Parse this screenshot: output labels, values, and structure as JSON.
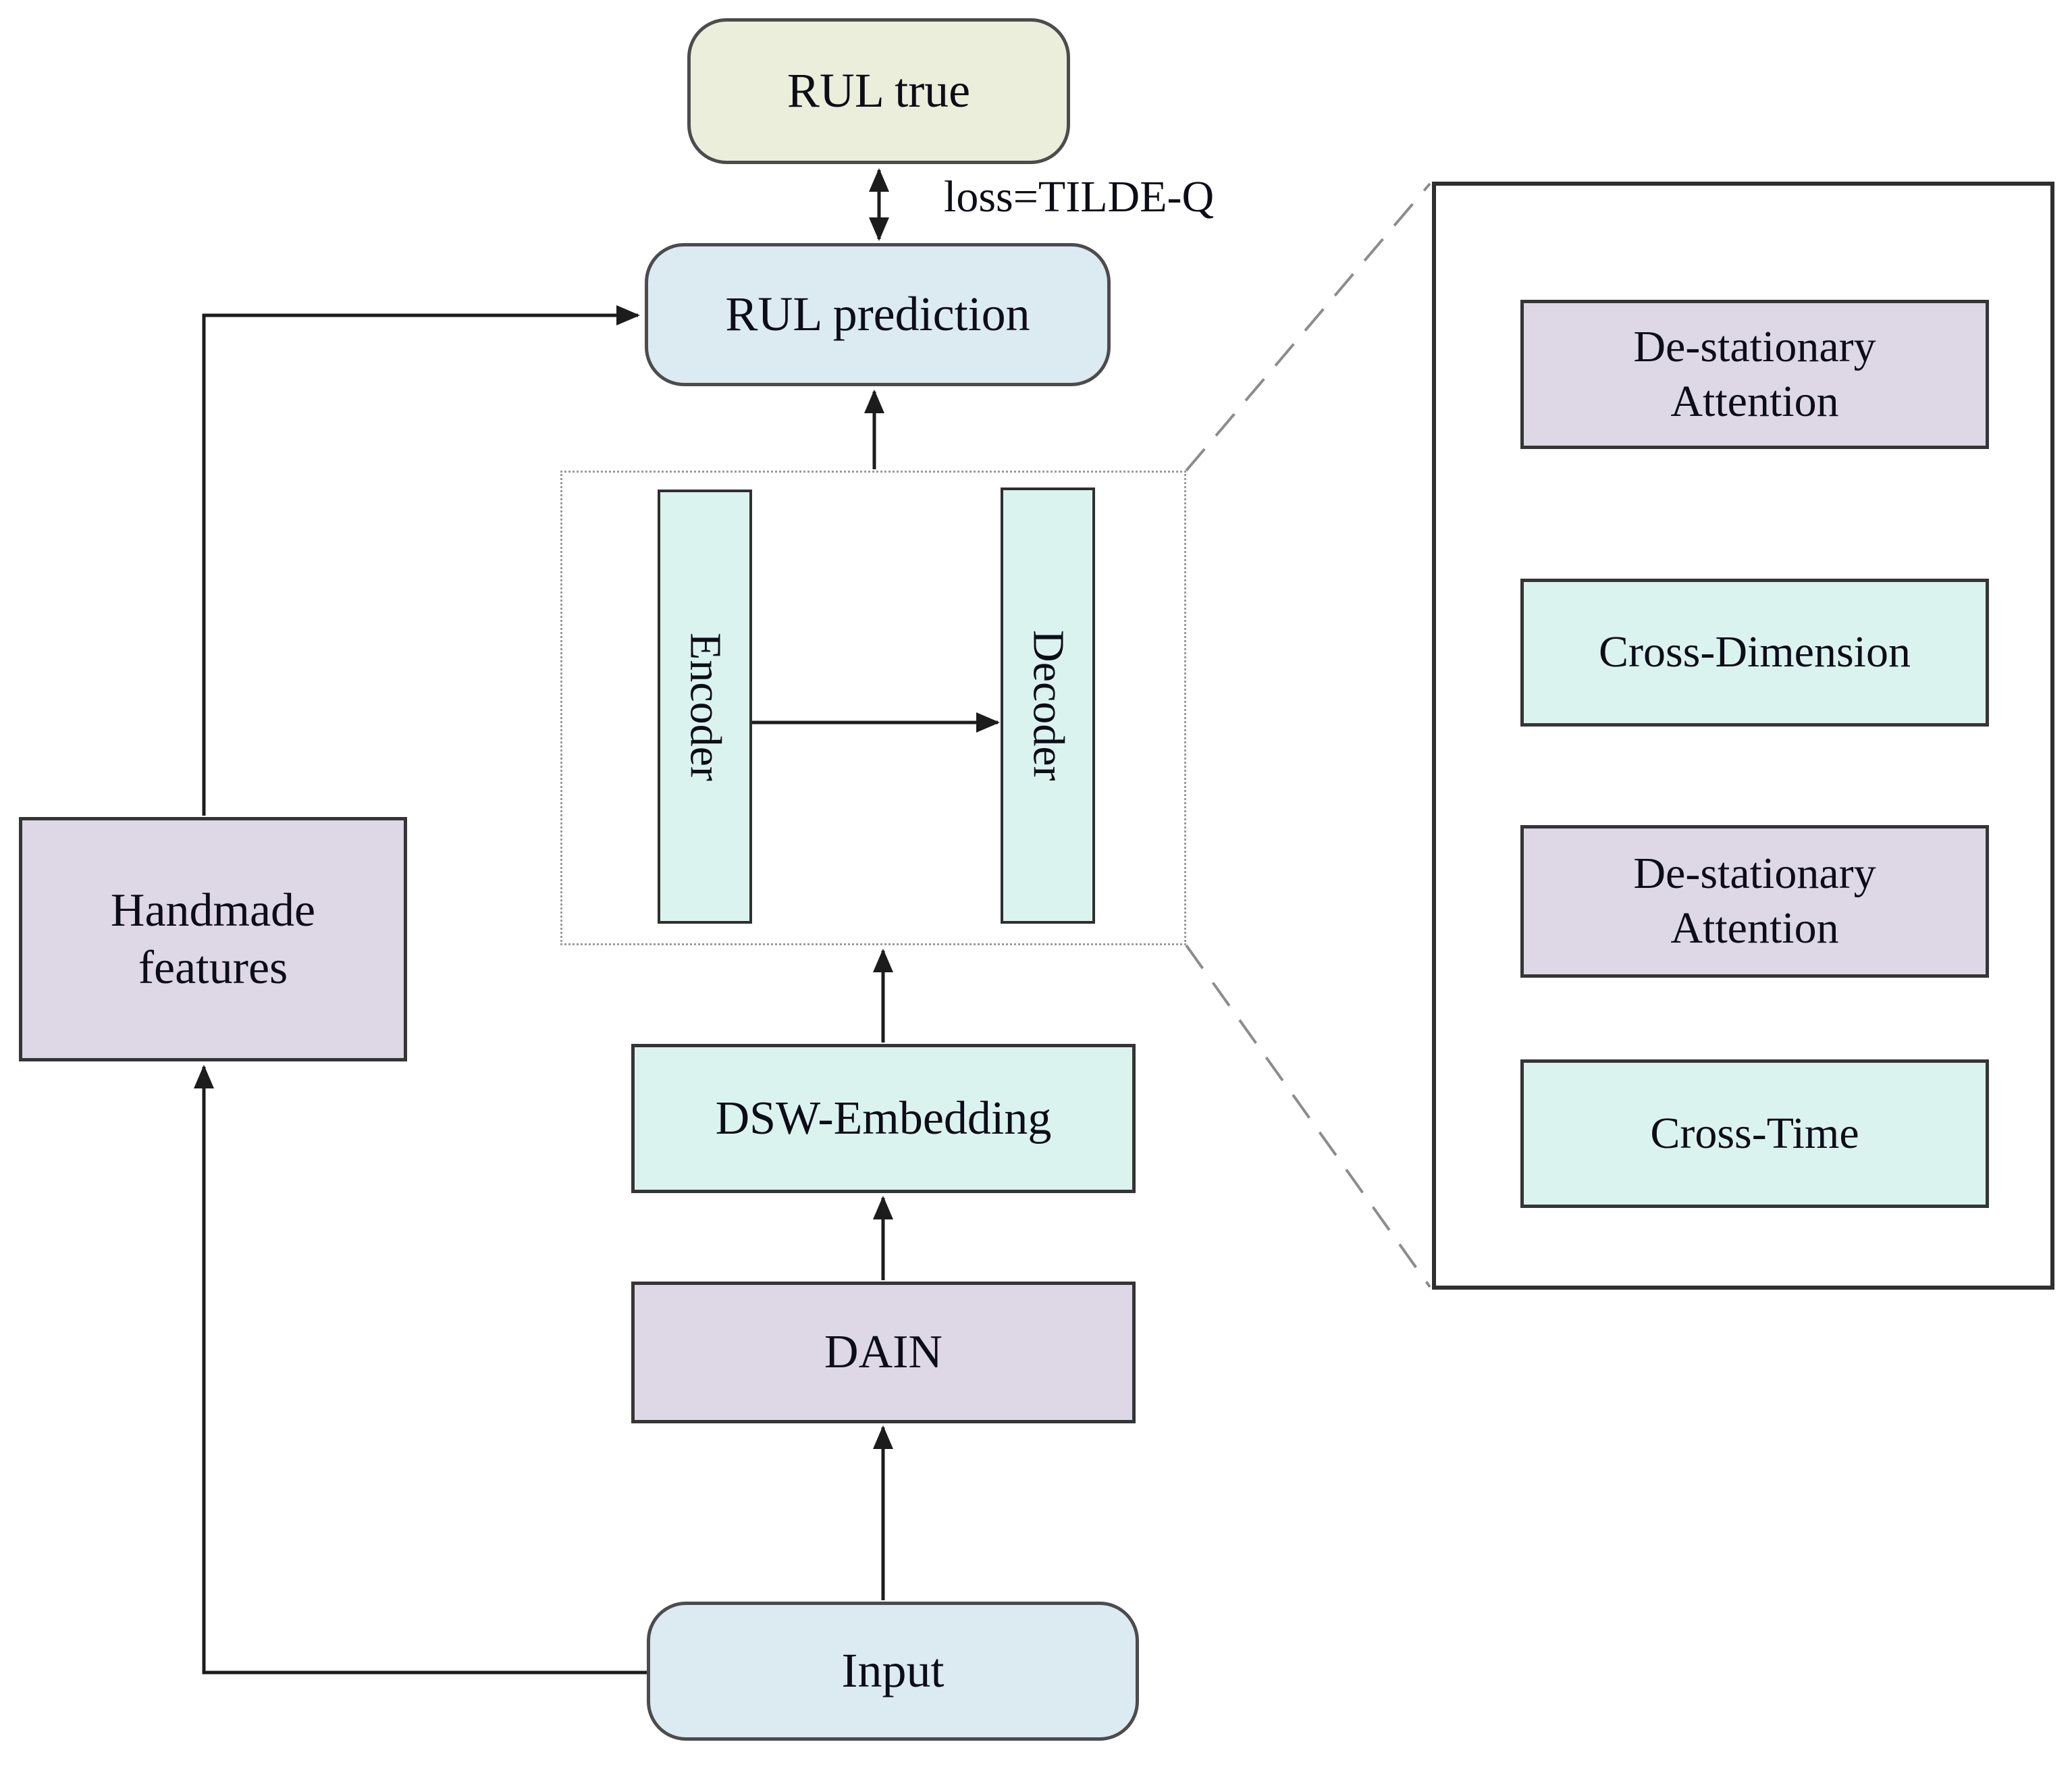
{
  "figure": {
    "type": "flow-diagram",
    "palette": {
      "pale_green": "#ebeeda",
      "pale_blue": "#dceaf2",
      "mint": "#dbf3ee",
      "lavender": "#ded7e6",
      "line": "#2f2f2f",
      "dashed_line": "#8c8c8c",
      "dotted_border": "#9a9a9a"
    },
    "nodes": {
      "rul_true": {
        "label": "RUL true",
        "fill": "#ebeeda"
      },
      "rul_prediction": {
        "label": "RUL prediction",
        "fill": "#dceaf2"
      },
      "encoder": {
        "label": "Encoder",
        "fill": "#dbf3ee"
      },
      "decoder": {
        "label": "Decoder",
        "fill": "#dbf3ee"
      },
      "dsw_embedding": {
        "label": "DSW-Embedding",
        "fill": "#dbf3ee"
      },
      "dain": {
        "label": "DAIN",
        "fill": "#ded7e6"
      },
      "input": {
        "label": "Input",
        "fill": "#dceaf2"
      },
      "handmade_features": {
        "label": "Handmade features",
        "fill": "#ded7e6"
      }
    },
    "edge_labels": {
      "loss": "loss=TILDE-Q"
    },
    "attention_panel": {
      "blocks": [
        {
          "id": "de_stationary_attention_top",
          "label": "De-stationary Attention",
          "fill": "#ded7e6"
        },
        {
          "id": "cross_dimension",
          "label": "Cross-Dimension",
          "fill": "#dbf3ee"
        },
        {
          "id": "de_stationary_attention_bottom",
          "label": "De-stationary Attention",
          "fill": "#ded7e6"
        },
        {
          "id": "cross_time",
          "label": "Cross-Time",
          "fill": "#dbf3ee"
        }
      ]
    }
  }
}
